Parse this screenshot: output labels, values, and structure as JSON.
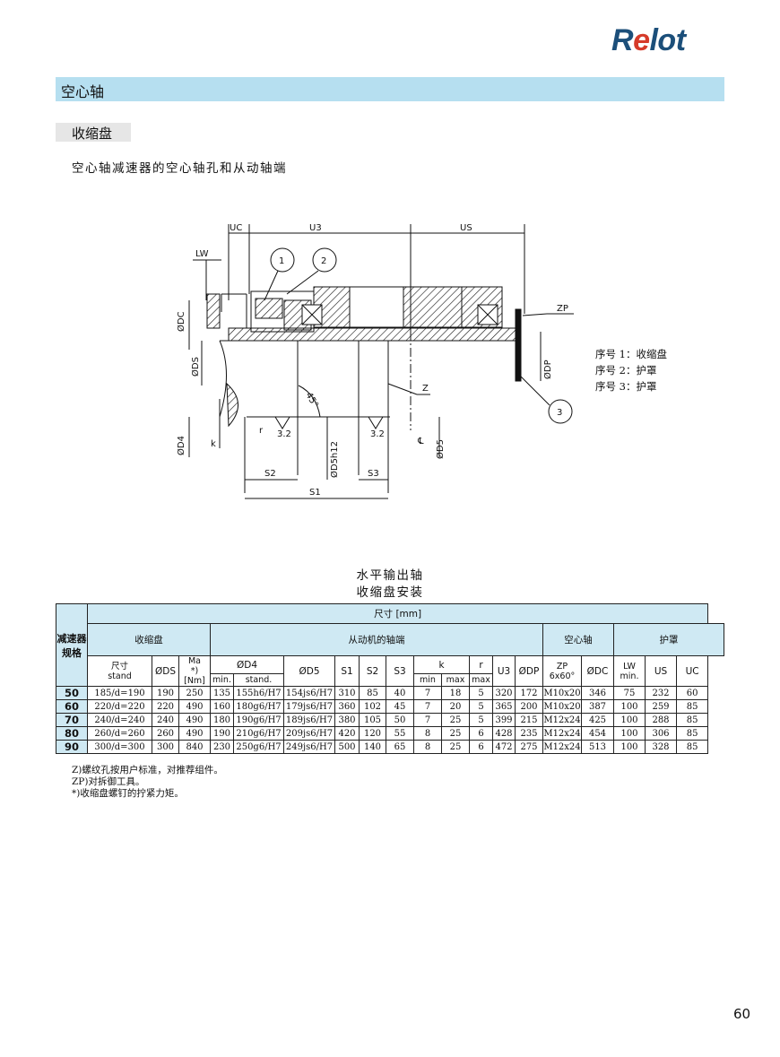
{
  "brand": {
    "logo": "Relot"
  },
  "section_title": "空心轴",
  "subsection_title": "收缩盘",
  "subtitle": "空心轴减速器的空心轴孔和从动轴端",
  "drawing": {
    "dims": {
      "uc": "UC",
      "u3": "U3",
      "us": "US",
      "lw": "LW",
      "zp": "ZP",
      "z": "Z",
      "k": "k",
      "r": "r",
      "s1": "S1",
      "s2": "S2",
      "s3": "S3",
      "odc": "ØDC",
      "ods": "ØDS",
      "od4": "ØD4",
      "od5h12": "ØD5h12",
      "od5": "ØD5",
      "odp": "ØDP",
      "angle": "45°",
      "rough1": "3.2",
      "rough2": "3.2",
      "cl": "℄"
    },
    "callouts": [
      "1",
      "2",
      "3"
    ]
  },
  "legend": [
    "序号 1：收缩盘",
    "序号 2：护罩",
    "序号 3：护罩"
  ],
  "table_title": [
    "水平输出轴",
    "收缩盘安装"
  ],
  "table": {
    "top_header": "尺寸    [mm]",
    "row_label": "减速器规格",
    "groups": {
      "shrink_disc": "收缩盘",
      "driven_shaft": "从动机的轴端",
      "hollow_shaft": "空心轴",
      "guard": "护罩"
    },
    "cols": {
      "size": "尺寸",
      "size_sub": "stand",
      "ods": "ØDS",
      "ma": "Ma",
      "ma_star": "*)",
      "ma_unit": "[Nm]",
      "od4": "ØD4",
      "od4_min": "min.",
      "od4_stand": "stand.",
      "od5": "ØD5",
      "s1": "S1",
      "s2": "S2",
      "s3": "S3",
      "k": "k",
      "k_min": "min",
      "k_max": "max",
      "r": "r",
      "r_max": "max",
      "u3": "U3",
      "odp": "ØDP",
      "zp": "ZP",
      "zp_sub": "6x60°",
      "odc": "ØDC",
      "lw": "LW",
      "lw_sub": "min.",
      "us": "US",
      "uc": "UC"
    },
    "rows": [
      {
        "model": "50",
        "size": "185/d=190",
        "ods": "190",
        "ma": "250",
        "d4min": "135",
        "d4std": "155h6/H7",
        "d5": "154js6/H7",
        "s1": "310",
        "s2": "85",
        "s3": "40",
        "kmin": "7",
        "kmax": "18",
        "r": "5",
        "u3": "320",
        "dp": "172",
        "zp": "M10x20",
        "dc": "346",
        "lw": "75",
        "us": "232",
        "uc": "60"
      },
      {
        "model": "60",
        "size": "220/d=220",
        "ods": "220",
        "ma": "490",
        "d4min": "160",
        "d4std": "180g6/H7",
        "d5": "179js6/H7",
        "s1": "360",
        "s2": "102",
        "s3": "45",
        "kmin": "7",
        "kmax": "20",
        "r": "5",
        "u3": "365",
        "dp": "200",
        "zp": "M10x20",
        "dc": "387",
        "lw": "100",
        "us": "259",
        "uc": "85"
      },
      {
        "model": "70",
        "size": "240/d=240",
        "ods": "240",
        "ma": "490",
        "d4min": "180",
        "d4std": "190g6/H7",
        "d5": "189js6/H7",
        "s1": "380",
        "s2": "105",
        "s3": "50",
        "kmin": "7",
        "kmax": "25",
        "r": "5",
        "u3": "399",
        "dp": "215",
        "zp": "M12x24",
        "dc": "425",
        "lw": "100",
        "us": "288",
        "uc": "85"
      },
      {
        "model": "80",
        "size": "260/d=260",
        "ods": "260",
        "ma": "490",
        "d4min": "190",
        "d4std": "210g6/H7",
        "d5": "209js6/H7",
        "s1": "420",
        "s2": "120",
        "s3": "55",
        "kmin": "8",
        "kmax": "25",
        "r": "6",
        "u3": "428",
        "dp": "235",
        "zp": "M12x24",
        "dc": "454",
        "lw": "100",
        "us": "306",
        "uc": "85"
      },
      {
        "model": "90",
        "size": "300/d=300",
        "ods": "300",
        "ma": "840",
        "d4min": "230",
        "d4std": "250g6/H7",
        "d5": "249js6/H7",
        "s1": "500",
        "s2": "140",
        "s3": "65",
        "kmin": "8",
        "kmax": "25",
        "r": "6",
        "u3": "472",
        "dp": "275",
        "zp": "M12x24",
        "dc": "513",
        "lw": "100",
        "us": "328",
        "uc": "85"
      }
    ]
  },
  "notes": [
    "Z)螺纹孔按用户标准，对推荐组件。",
    "ZP)对拆御工具。",
    "*)收缩盘螺钉的拧紧力矩。"
  ],
  "page_number": "60"
}
